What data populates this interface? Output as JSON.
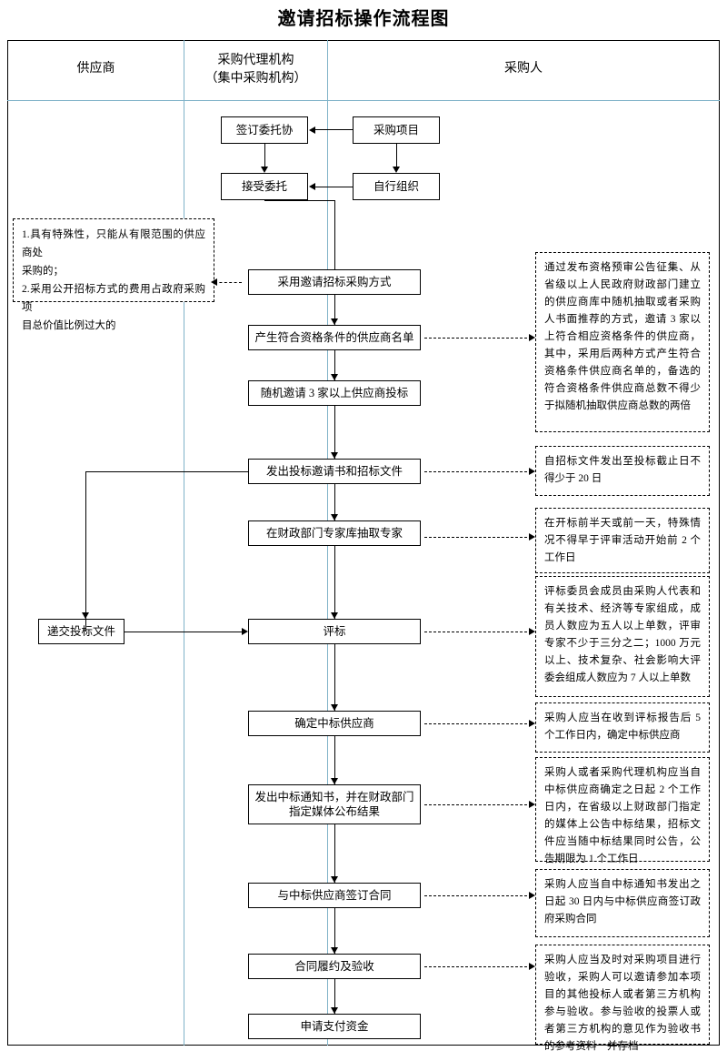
{
  "title": "邀请招标操作流程图",
  "lanes": [
    {
      "label": "供应商"
    },
    {
      "label": "采购代理机构\n（集中采购机构）",
      "line1": "采购代理机构",
      "line2": "（集中采购机构）"
    },
    {
      "label": "采购人"
    }
  ],
  "nodes": {
    "sign_entrust": "签订委托协",
    "purchase_project": "采购项目",
    "accept_entrust": "接受委托",
    "self_organize": "自行组织",
    "adopt_invite": "采用邀请招标采购方式",
    "qualified_list": "产生符合资格条件的供应商名单",
    "invite_three": "随机邀请 3 家以上供应商投标",
    "issue_invitation": "发出投标邀请书和招标文件",
    "draw_experts": "在财政部门专家库抽取专家",
    "submit_bid_docs": "递交投标文件",
    "evaluation": "评标",
    "determine_winner": "确定中标供应商",
    "issue_notice": "发出中标通知书，并在财政部门\n指定媒体公布结果",
    "issue_notice_l1": "发出中标通知书，并在财政部门",
    "issue_notice_l2": "指定媒体公布结果",
    "sign_contract": "与中标供应商签订合同",
    "perform_accept": "合同履约及验收",
    "apply_payment": "申请支付资金"
  },
  "notes": {
    "left_condition": "1.具有特殊性，只能从有限范围的供应商处采购的；\n2.采用公开招标方式的费用占政府采购项目总价值比例过大的",
    "left_condition_l1": "1.具有特殊性，只能从有限范围的供应商处",
    "left_condition_l2": "采购的；",
    "left_condition_l3": "2.采用公开招标方式的费用占政府采购项",
    "left_condition_l4": "目总价值比例过大的",
    "qualified_note": "通过发布资格预审公告征集、从省级以上人民政府财政部门建立的供应商库中随机抽取或者采购人书面推荐的方式，邀请 3 家以上符合相应资格条件的供应商，其中，采用后两种方式产生符合资格条件供应商名单的，备选的符合资格条件供应商总数不得少于拟随机抽取供应商总数的两倍",
    "issue_note": "自招标文件发出至投标截止日不得少于 20 日",
    "expert_note": "在开标前半天或前一天，特殊情况不得早于评审活动开始前 2 个工作日",
    "evaluation_note": "评标委员会成员由采购人代表和有关技术、经济等专家组成，成员人数应为五人以上单数，评审专家不少于三分之二；1000 万元以上、技术复杂、社会影响大评委会组成人数应为 7 人以上单数",
    "winner_note": "采购人应当在收到评标报告后 5 个工作日内，确定中标供应商",
    "notice_note": "采购人或者采购代理机构应当自中标供应商确定之日起 2 个工作日内，在省级以上财政部门指定的媒体上公告中标结果，招标文件应当随中标结果同时公告，公告期限为 1 个工作日",
    "contract_note": "采购人应当自中标通知书发出之日起 30 日内与中标供应商签订政府采购合同",
    "acceptance_note": "采购人应当及时对采购项目进行验收，采购人可以邀请参加本项目的其他投标人或者第三方机构参与验收。参与验收的投票人或者第三方机构的意见作为验收书的参考资料一并存档"
  },
  "colors": {
    "lane_divider": "#7fb2c8",
    "line": "#000000",
    "background": "#ffffff"
  }
}
